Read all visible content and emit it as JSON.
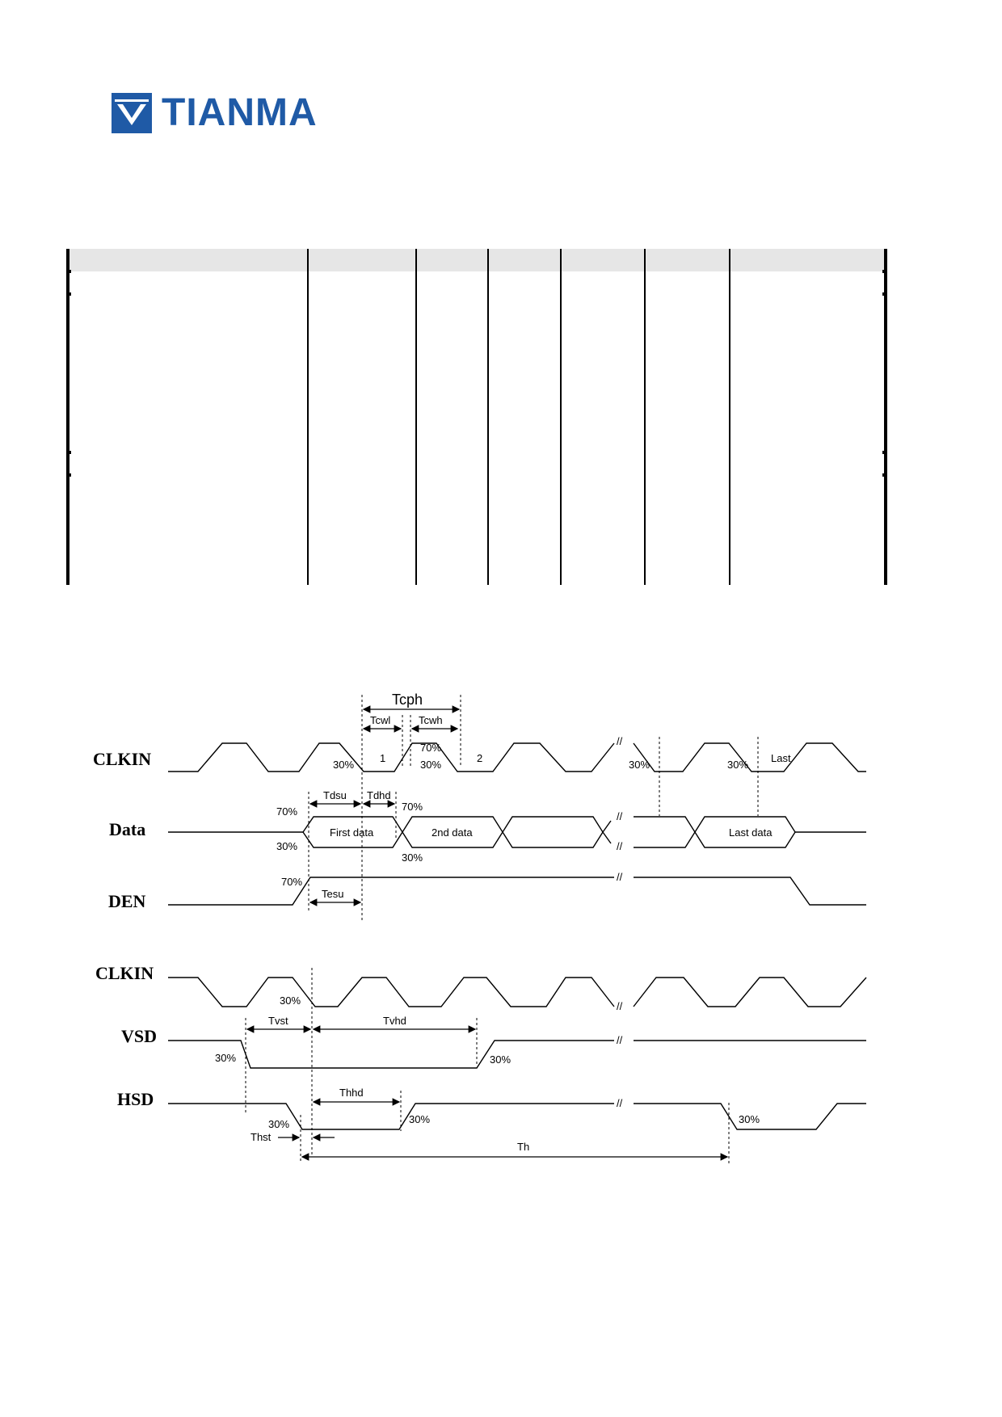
{
  "header": {
    "brand_name": "TIANMA",
    "brand_color": "#1f5aa6",
    "logo_icon": "tianma-v-icon"
  },
  "table": {
    "columns": 7,
    "header_fill": "#e6e6e6"
  },
  "diagram1": {
    "signals": [
      "CLKIN",
      "Data",
      "DEN"
    ],
    "timings": {
      "tcph": "Tcph",
      "tcwl": "Tcwl",
      "tcwh": "Tcwh",
      "tdsu": "Tdsu",
      "tdhd": "Tdhd",
      "tesu": "Tesu"
    },
    "clock_labels": {
      "one": "1",
      "two": "2",
      "last": "Last"
    },
    "data_labels": {
      "first": "First data",
      "second": "2nd data",
      "last": "Last data"
    },
    "levels": {
      "p30": "30%",
      "p70": "70%"
    },
    "break_mark": "//"
  },
  "diagram2": {
    "signals": [
      "CLKIN",
      "VSD",
      "HSD"
    ],
    "timings": {
      "tvst": "Tvst",
      "tvhd": "Tvhd",
      "thhd": "Thhd",
      "thst": "Thst",
      "th": "Th"
    },
    "levels": {
      "p30": "30%"
    },
    "break_mark": "//"
  }
}
